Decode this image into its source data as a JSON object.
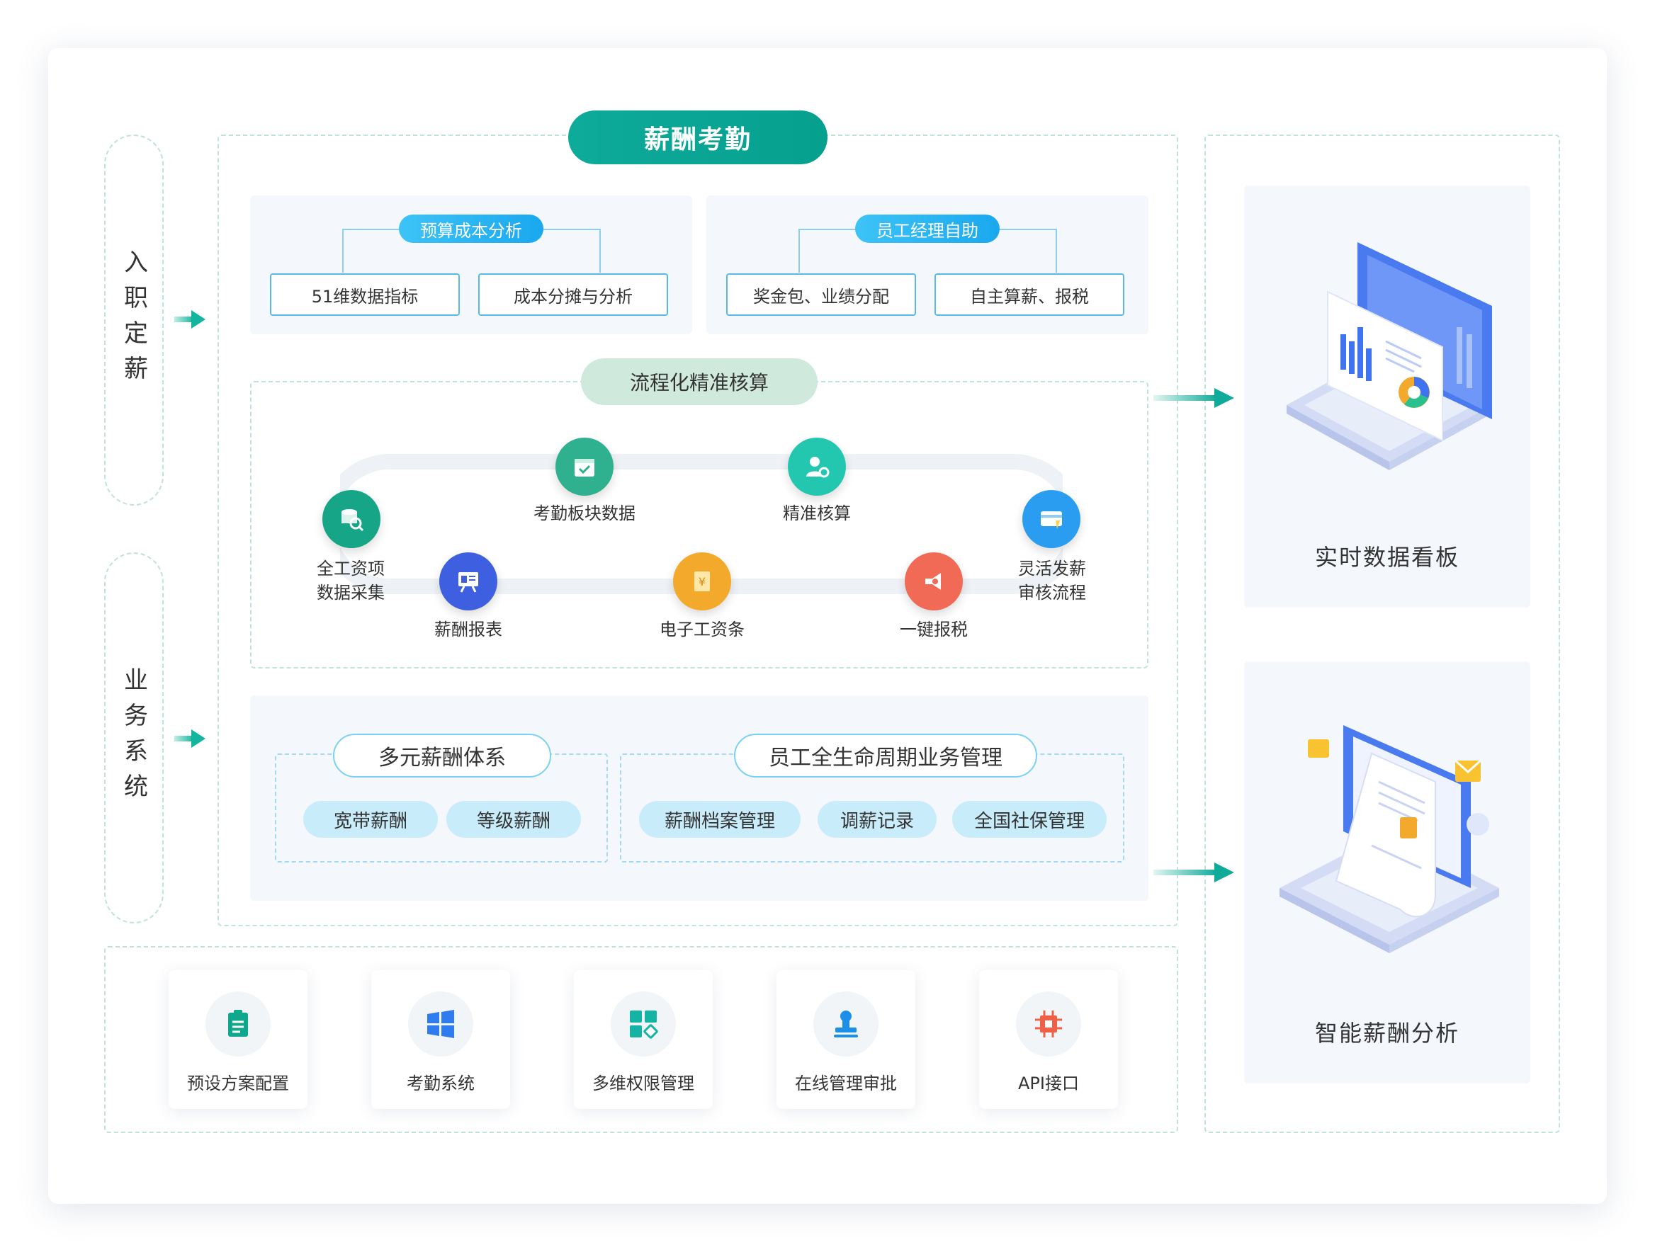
{
  "title": "薪酬考勤",
  "left_labels": {
    "top": "入职定薪",
    "bottom": "业务系统"
  },
  "budget": {
    "title": "预算成本分析",
    "items": [
      "51维数据指标",
      "成本分摊与分析"
    ]
  },
  "self_service": {
    "title": "员工经理自助",
    "items": [
      "奖金包、业绩分配",
      "自主算薪、报税"
    ]
  },
  "flow": {
    "title": "流程化精准核算",
    "nodes": [
      {
        "label": "全工资项\n数据采集",
        "icon": "database-search-icon",
        "color": "#16a586"
      },
      {
        "label": "考勤板块数据",
        "icon": "calendar-check-icon",
        "color": "#2fb08e"
      },
      {
        "label": "精准核算",
        "icon": "user-settings-icon",
        "color": "#23c7b0"
      },
      {
        "label": "灵活发薪\n审核流程",
        "icon": "card-icon",
        "color": "#2a9df0"
      },
      {
        "label": "薪酬报表",
        "icon": "presentation-chart-icon",
        "color": "#3d5fe0"
      },
      {
        "label": "电子工资条",
        "icon": "yuan-document-icon",
        "color": "#f3a92b"
      },
      {
        "label": "一键报税",
        "icon": "megaphone-icon",
        "color": "#f06a55"
      }
    ]
  },
  "salary_system": {
    "title": "多元薪酬体系",
    "items": [
      "宽带薪酬",
      "等级薪酬"
    ]
  },
  "lifecycle": {
    "title": "员工全生命周期业务管理",
    "items": [
      "薪酬档案管理",
      "调薪记录",
      "全国社保管理"
    ]
  },
  "features": [
    {
      "label": "预设方案配置",
      "icon": "clipboard-icon",
      "color": "#0fa88f"
    },
    {
      "label": "考勤系统",
      "icon": "windows-icon",
      "color": "#2f7cf0"
    },
    {
      "label": "多维权限管理",
      "icon": "grid-permission-icon",
      "color": "#14b3a3"
    },
    {
      "label": "在线管理审批",
      "icon": "stamp-icon",
      "color": "#1c8fe8"
    },
    {
      "label": "API接口",
      "icon": "chip-icon",
      "color": "#f06046"
    }
  ],
  "right_panels": [
    {
      "label": "实时数据看板",
      "icon": "laptop-dashboard-illustration"
    },
    {
      "label": "智能薪酬分析",
      "icon": "laptop-analysis-illustration"
    }
  ],
  "colors": {
    "primary": "#0eaa9a",
    "blue": "#1aa8ee",
    "accent_light": "#c9ecfb"
  }
}
